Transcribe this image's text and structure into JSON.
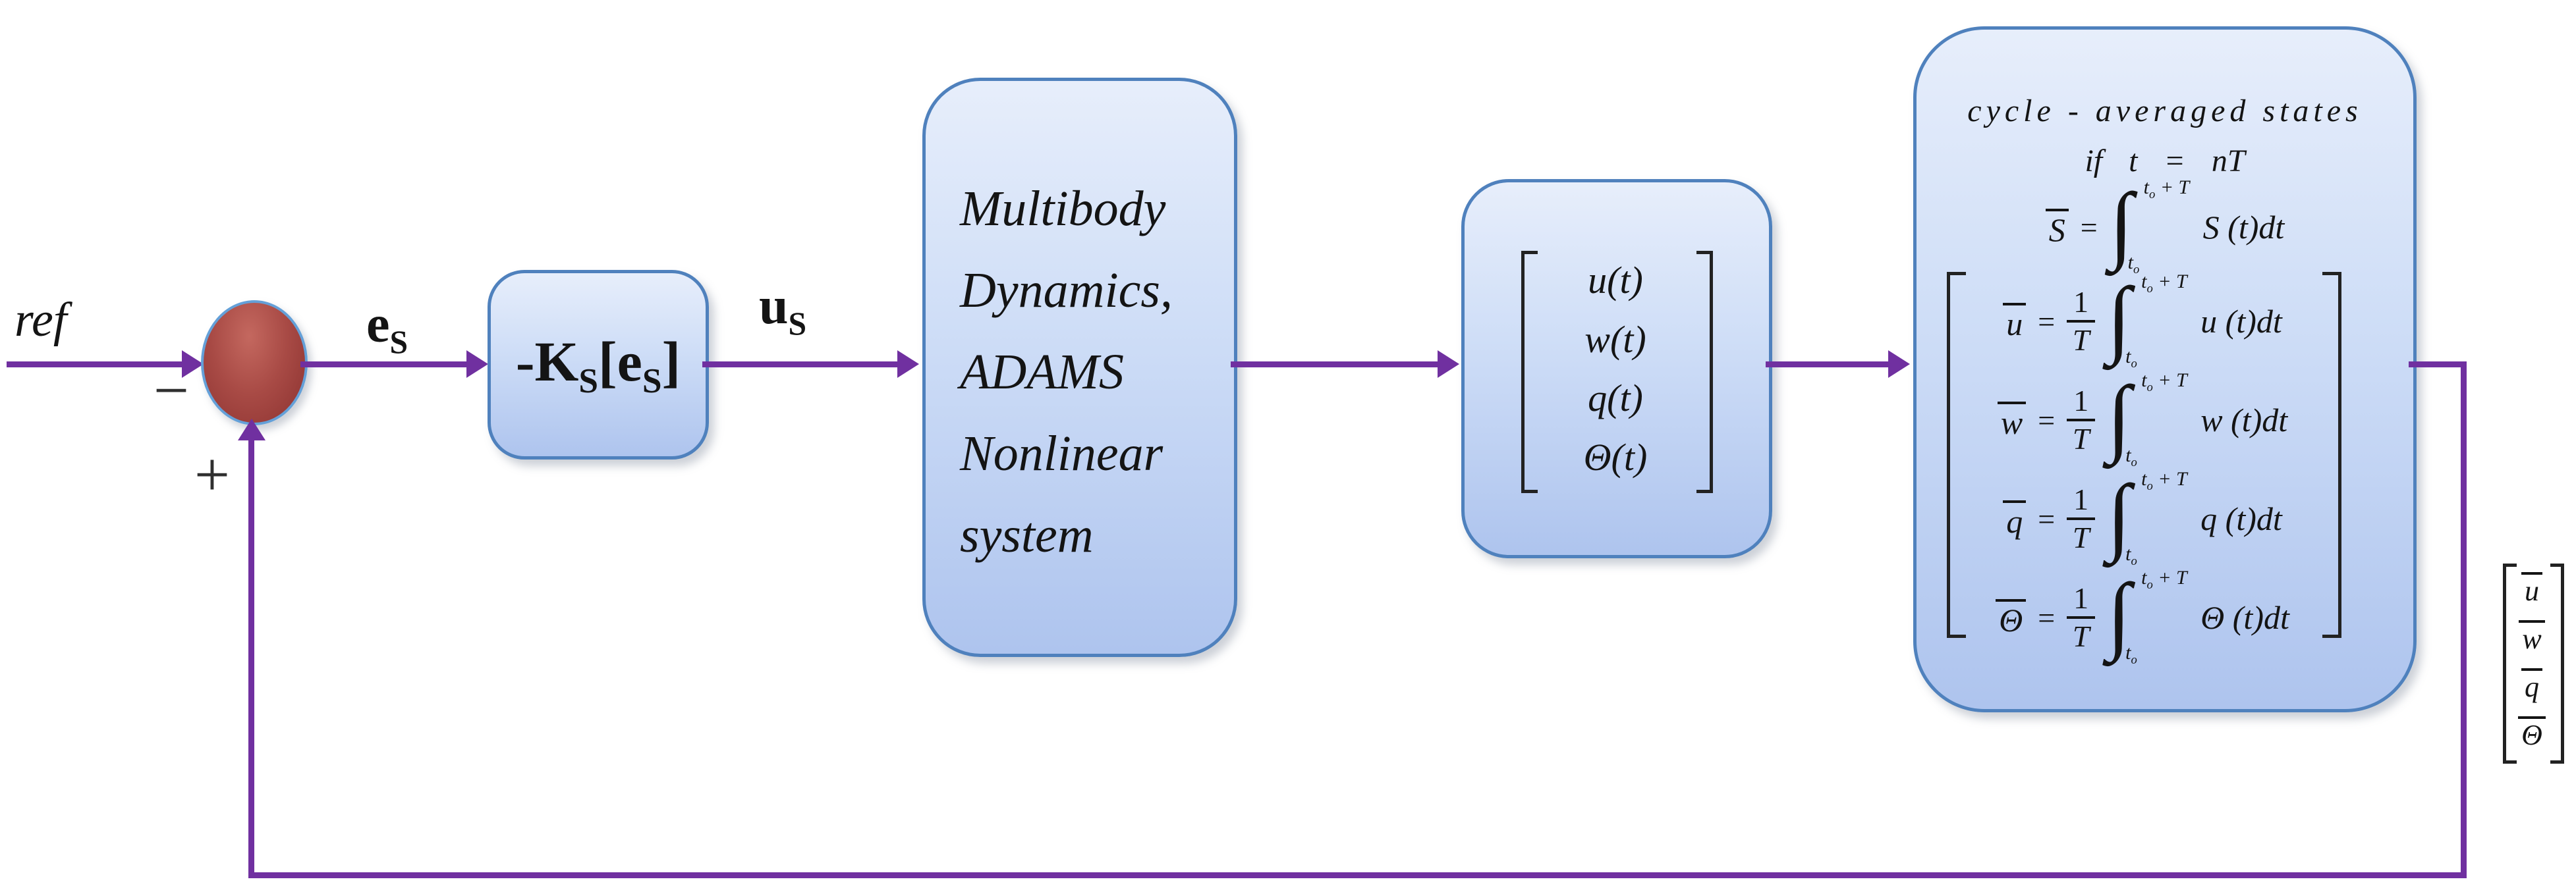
{
  "colors": {
    "arrow": "#7030A0",
    "box_border": "#4F81BD",
    "box_fill_top": "#E7EEFB",
    "box_fill_bottom": "#AEC4EE",
    "junction_fill_light": "#C4685F",
    "junction_fill_dark": "#8C3230",
    "junction_border": "#64A0D8",
    "ink": "#141414",
    "bracket": "#222222"
  },
  "left": {
    "ref_label": "ref",
    "minus_sign": "−",
    "plus_sign": "+"
  },
  "signals": {
    "error": {
      "base": "e",
      "sub": "S"
    },
    "control": {
      "base": "u",
      "sub": "S"
    }
  },
  "controller": {
    "p1": "-K",
    "sub1": "S",
    "p2": "[e",
    "sub2": "S",
    "p3": "]"
  },
  "plant": {
    "lines": [
      "Multibody",
      "Dynamics,",
      "ADAMS",
      "Nonlinear",
      "system"
    ]
  },
  "state_vector": {
    "rows": [
      "u(t)",
      "w(t)",
      "q(t)",
      "Θ(t)"
    ]
  },
  "averaging": {
    "title": "cycle - averaged states",
    "condition": "if t = nT",
    "s_row": {
      "lhs": "S",
      "eq": "=",
      "int": "∫",
      "up_t": "t",
      "up_sub": "o",
      "up_rest": " + T",
      "lo_t": "t",
      "lo_sub": "o",
      "integrand": "S (t)dt"
    },
    "rows": [
      {
        "lhs": "u",
        "eq": "=",
        "num": "1",
        "den": "T",
        "int": "∫",
        "up_t": "t",
        "up_sub": "o",
        "up_rest": " + T",
        "lo_t": "t",
        "lo_sub": "o",
        "integrand": "u (t)dt"
      },
      {
        "lhs": "w",
        "eq": "=",
        "num": "1",
        "den": "T",
        "int": "∫",
        "up_t": "t",
        "up_sub": "o",
        "up_rest": " + T",
        "lo_t": "t",
        "lo_sub": "o",
        "integrand": "w (t)dt"
      },
      {
        "lhs": "q",
        "eq": "=",
        "num": "1",
        "den": "T",
        "int": "∫",
        "up_t": "t",
        "up_sub": "o",
        "up_rest": " + T",
        "lo_t": "t",
        "lo_sub": "o",
        "integrand": "q (t)dt"
      },
      {
        "lhs": "Θ",
        "eq": "=",
        "num": "1",
        "den": "T",
        "int": "∫",
        "up_t": "t",
        "up_sub": "o",
        "up_rest": " + T",
        "lo_t": "t",
        "lo_sub": "o",
        "integrand": "Θ (t)dt"
      }
    ]
  },
  "output_vector": {
    "rows": [
      "u",
      "w",
      "q",
      "Θ"
    ]
  }
}
